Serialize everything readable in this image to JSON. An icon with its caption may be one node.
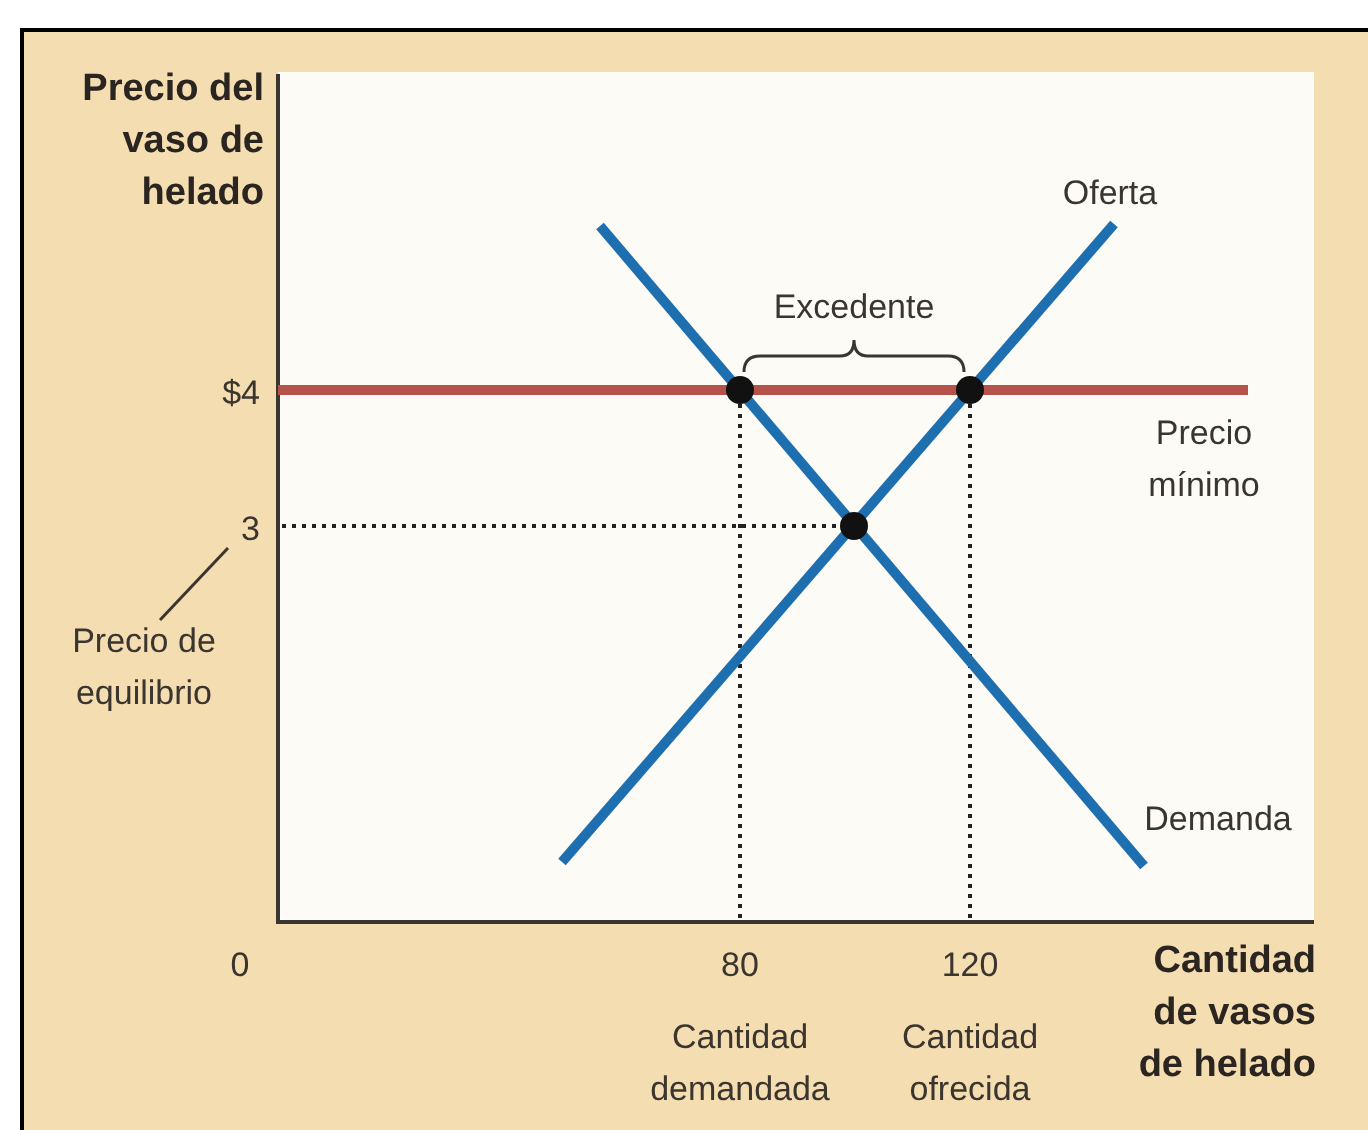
{
  "diagram": {
    "nodes": [
      {
        "text": [
          "3"
        ]
      },
      {
        "text": [
          "Precio de equilibrio"
        ]
      }
    ],
    "edges": [
      {
        "from": 1,
        "to": 0,
        "arrow": "none"
      }
    ],
    "labels": [
      "Precio del vaso de helado",
      "Oferta",
      "Excedente",
      "$4",
      "Precio mínimo",
      "Demanda",
      "0",
      "80",
      "120",
      "Cantidad de vasos de helado",
      "Cantidad demandada",
      "Cantidad ofrecida"
    ]
  }
}
